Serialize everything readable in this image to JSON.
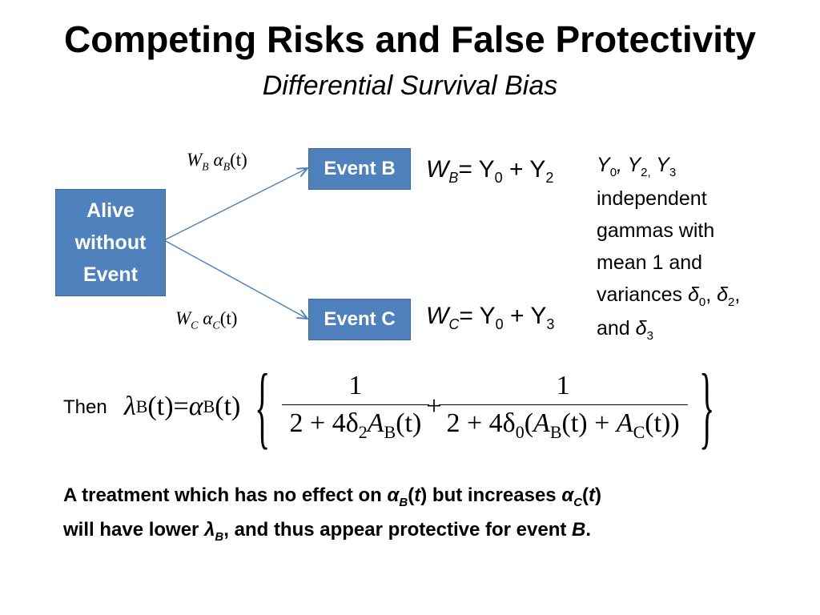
{
  "title": "Competing Risks and False Protectivity",
  "subtitle": "Differential Survival Bias",
  "diagram": {
    "origin_box": [
      "Alive",
      "without",
      "Event"
    ],
    "target_b_label": "Event B",
    "target_c_label": "Event C",
    "arrow_color": "#4a7ebb",
    "box_color": "#4f81bd",
    "rate_b": {
      "w": "W",
      "w_sub": "B",
      "alpha": "α",
      "alpha_sub": "B",
      "arg": "(t)"
    },
    "rate_c": {
      "w": "W",
      "w_sub": "C",
      "alpha": "α",
      "alpha_sub": "C",
      "arg": "(t)"
    }
  },
  "frailty": {
    "b": {
      "lhs": "W",
      "lhs_sub": "B",
      "eq": "= Y",
      "y0": "0",
      "plus": " + Y",
      "y2": "2"
    },
    "c": {
      "lhs": "W",
      "lhs_sub": "C",
      "eq": "= Y",
      "y0": "0",
      "plus": " + Y",
      "y3": "3"
    }
  },
  "side_note": {
    "vars": [
      "Y",
      "0",
      ", Y",
      "2,",
      " Y",
      "3"
    ],
    "lines": [
      "independent",
      "gammas with",
      "mean 1 and"
    ],
    "variances_prefix": "variances  ",
    "delta": "δ",
    "d0": "0",
    "d2": "2",
    "and_prefix": "and ",
    "d3": "3"
  },
  "equation": {
    "then": "Then",
    "lambda": "λ",
    "lambda_sub": "B",
    "t": "(t)",
    "equals": " = ",
    "alpha": "α",
    "alpha_sub": "B",
    "numerator": "1",
    "den1_prefix": "2 + 4δ",
    "den1_d_sub": "2",
    "den1_a": "A",
    "den1_a_sub": "B",
    "plus": "+",
    "den2_prefix": "2 + 4δ",
    "den2_d_sub": "0",
    "den2_open": "(",
    "den2_a": "A",
    "den2_a_sub": "B",
    "den2_plus": " + ",
    "den2_c": "A",
    "den2_c_sub": "C",
    "den2_close": ")"
  },
  "conclusion": {
    "line1_a": "A treatment which has no effect on ",
    "alpha": "α",
    "sub_b": "B",
    "sub_c": "C",
    "t_open": "(",
    "t": "t",
    "t_close": ")",
    "line1_b": " but increases ",
    "line2_a": "will have lower ",
    "lambda": "λ",
    "line2_b": ", and thus appear protective for event ",
    "event": "B",
    "period": "."
  }
}
